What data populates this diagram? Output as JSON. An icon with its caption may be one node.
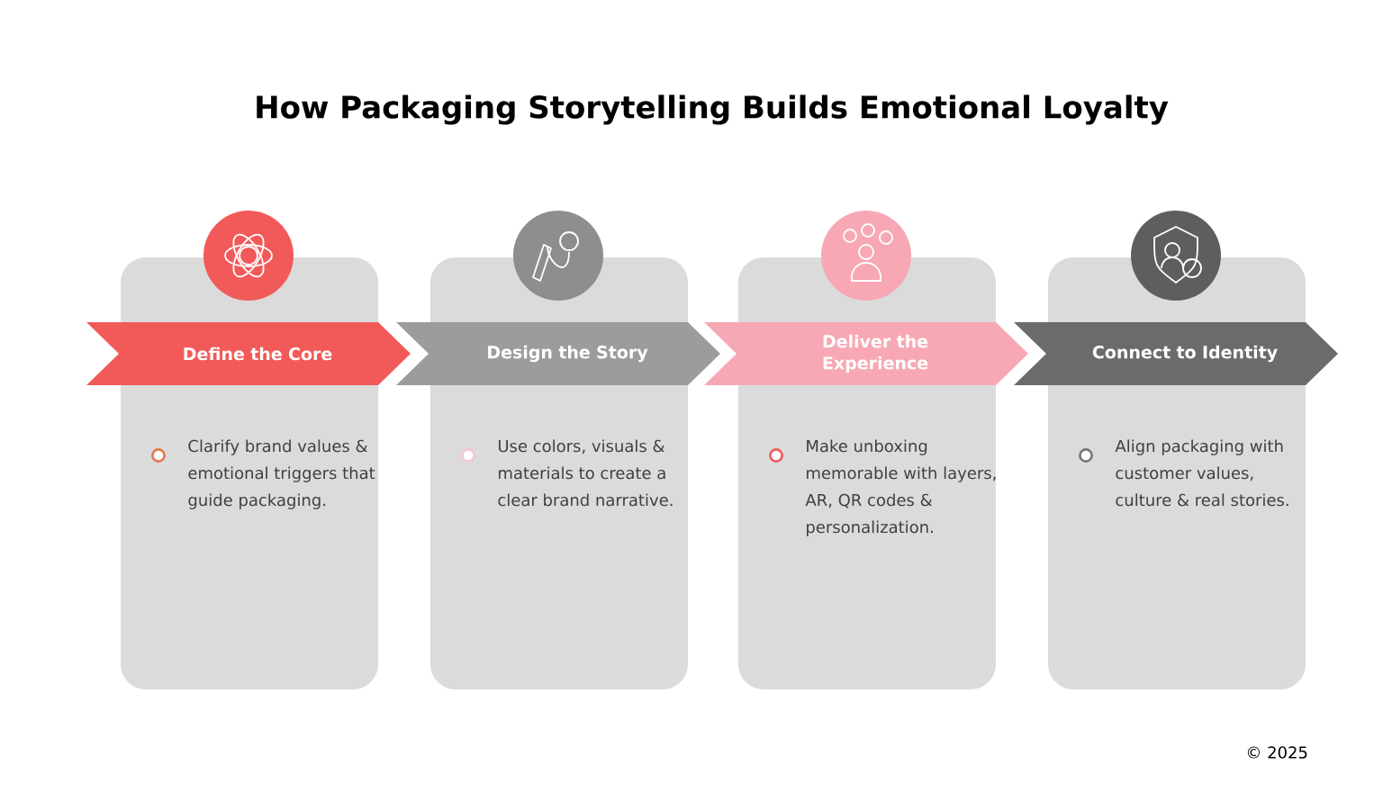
{
  "diagram": {
    "title": "How Packaging Storytelling Builds Emotional Loyalty",
    "nodes": [
      {
        "text": [
          "Define the Core"
        ]
      },
      {
        "text": [
          "Clarify brand values & emotional triggers that guide packaging."
        ]
      },
      {
        "text": [
          "Design the Story"
        ]
      },
      {
        "text": [
          "Use colors, visuals & materials to create a clear brand narrative."
        ]
      },
      {
        "text": [
          "Deliver the Experience"
        ]
      },
      {
        "text": [
          "Make unboxing memorable with layers, AR, QR codes & personalization."
        ]
      },
      {
        "text": [
          "Connect to Identity"
        ]
      },
      {
        "text": [
          "Align packaging with customer values, culture & real stories."
        ]
      }
    ],
    "labels": [
      "© 2025"
    ]
  }
}
